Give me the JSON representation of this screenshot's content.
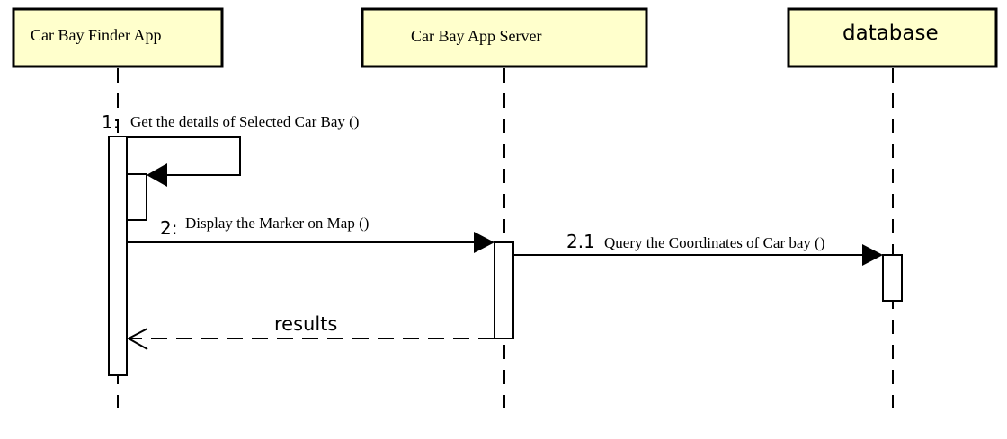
{
  "diagram": {
    "participants": [
      {
        "id": "app",
        "label": "Car Bay Finder App"
      },
      {
        "id": "server",
        "label": "Car Bay App Server"
      },
      {
        "id": "db",
        "label": "database"
      }
    ],
    "messages": [
      {
        "number": "1:",
        "text": "Get the details of Selected Car Bay ()",
        "from": "app",
        "to": "app",
        "kind": "self-call"
      },
      {
        "number": "2:",
        "text": "Display the Marker on Map ()",
        "from": "app",
        "to": "server",
        "kind": "sync"
      },
      {
        "number": "2.1",
        "text": "Query the Coordinates of Car bay ()",
        "from": "server",
        "to": "db",
        "kind": "sync"
      },
      {
        "number": "",
        "text": "results",
        "from": "server",
        "to": "app",
        "kind": "return"
      }
    ],
    "colors": {
      "participant_fill": "#ffffcc",
      "stroke": "#000000",
      "background": "#ffffff"
    }
  }
}
